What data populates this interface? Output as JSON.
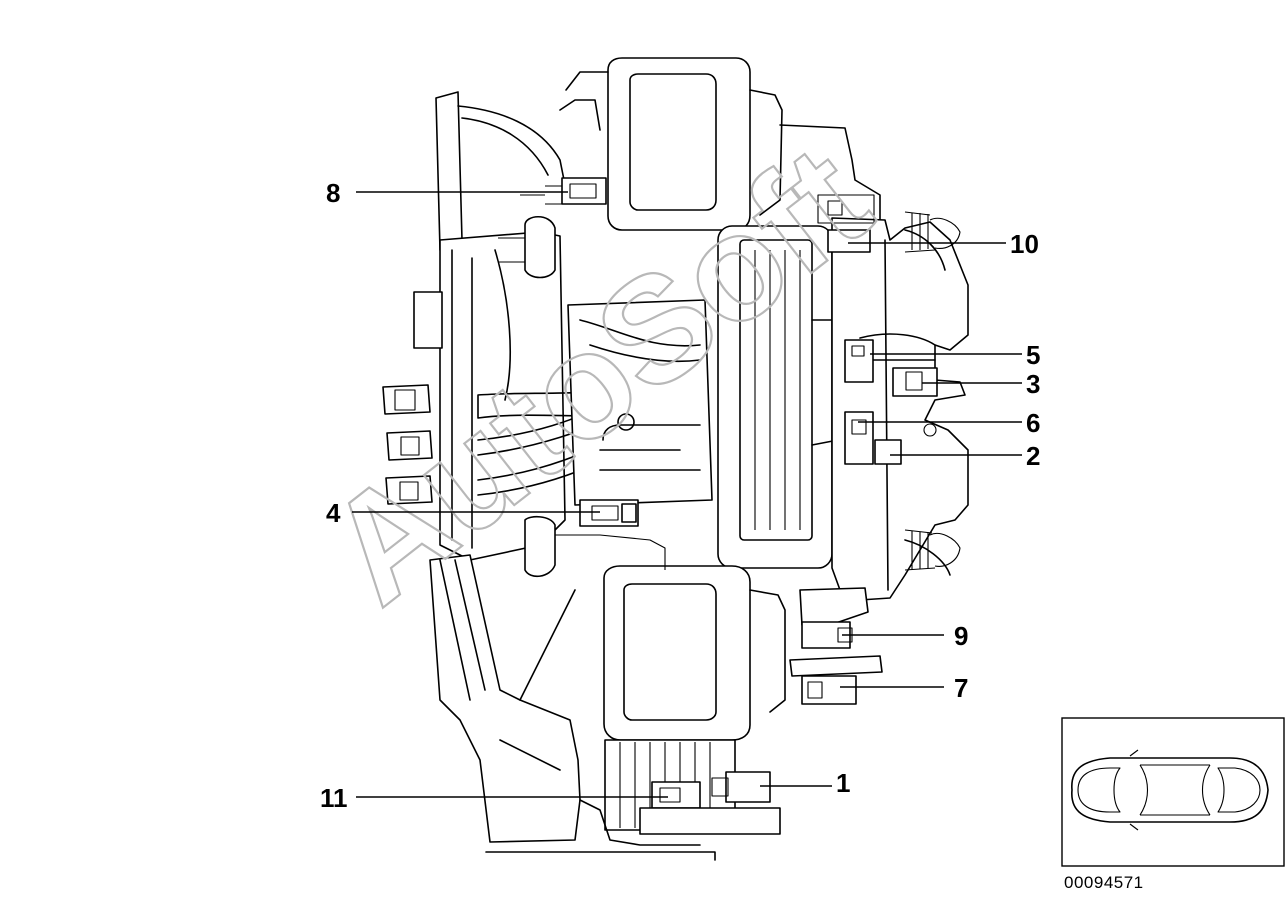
{
  "diagram": {
    "callouts": [
      {
        "id": "1",
        "label": "1"
      },
      {
        "id": "2",
        "label": "2"
      },
      {
        "id": "3",
        "label": "3"
      },
      {
        "id": "4",
        "label": "4"
      },
      {
        "id": "5",
        "label": "5"
      },
      {
        "id": "6",
        "label": "6"
      },
      {
        "id": "7",
        "label": "7"
      },
      {
        "id": "8",
        "label": "8"
      },
      {
        "id": "9",
        "label": "9"
      },
      {
        "id": "10",
        "label": "10"
      },
      {
        "id": "11",
        "label": "11"
      }
    ],
    "part_number": "00094571",
    "watermark": "AutoSoft",
    "inset": {
      "icon": "car-top-view-icon"
    }
  }
}
